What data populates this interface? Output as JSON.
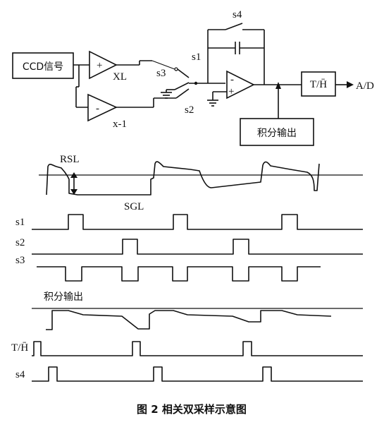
{
  "circuit": {
    "ccd_box": "CCD信号",
    "amp_xl_sign": "+",
    "amp_xl_label": "XL",
    "amp_inv_sign": "-",
    "amp_inv_label": "x-1",
    "switch_s1": "s1",
    "switch_s2": "s2",
    "switch_s3": "s3",
    "switch_s4": "s4",
    "integrator_minus": "-",
    "integrator_plus": "+",
    "th_box": "T/H̄",
    "ad_label": "A/D",
    "integral_out_box": "积分输出"
  },
  "waveforms": {
    "ccd_rsl": "RSL",
    "ccd_sgl": "SGL",
    "s1": "s1",
    "s2": "s2",
    "s3": "s3",
    "integral_label": "积分输出",
    "th": "T/H̄",
    "s4": "s4"
  },
  "caption": "图 2   相关双采样示意图"
}
